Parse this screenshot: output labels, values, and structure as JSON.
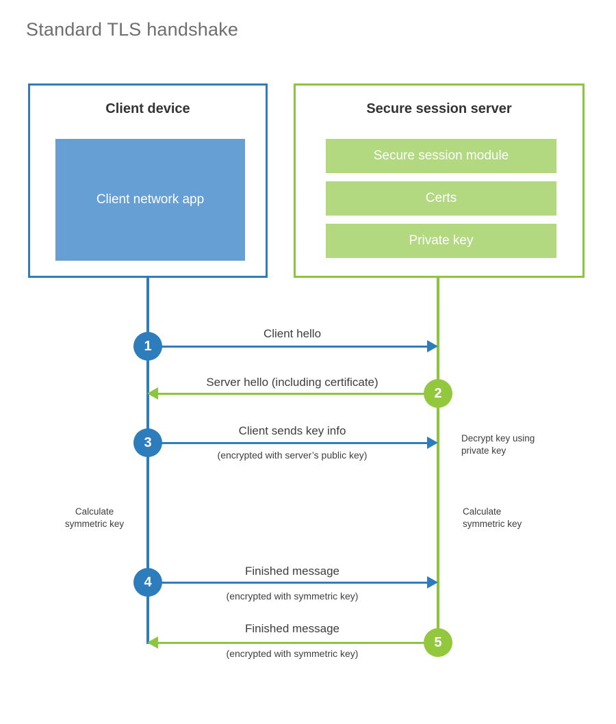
{
  "title": "Standard TLS handshake",
  "colors": {
    "client_accent": "#2e7cbe",
    "server_accent": "#8cc63e",
    "client_block_fill": "#669fd3",
    "server_block_fill": "#b2d880",
    "client_circle": "#2d7dbd",
    "server_circle": "#93c83e",
    "title_text": "#6e6e6e",
    "body_text": "#3d3d3d"
  },
  "entities": {
    "client": {
      "title": "Client device",
      "blocks": [
        {
          "label": "Client network app"
        }
      ]
    },
    "server": {
      "title": "Secure session server",
      "blocks": [
        {
          "label": "Secure session module"
        },
        {
          "label": "Certs"
        },
        {
          "label": "Private key"
        }
      ]
    }
  },
  "steps": [
    {
      "number": "1",
      "label": "Client hello",
      "sublabel": "",
      "direction": "client-to-server"
    },
    {
      "number": "2",
      "label": "Server hello (including certificate)",
      "sublabel": "",
      "direction": "server-to-client"
    },
    {
      "number": "3",
      "label": "Client sends key info",
      "sublabel": "(encrypted with server’s public key)",
      "direction": "client-to-server"
    },
    {
      "number": "4",
      "label": "Finished message",
      "sublabel": "(encrypted with symmetric key)",
      "direction": "client-to-server"
    },
    {
      "number": "5",
      "label": "Finished message",
      "sublabel": "(encrypted with symmetric key)",
      "direction": "server-to-client"
    }
  ],
  "annotations": {
    "server_decrypt": "Decrypt key using\nprivate key",
    "client_calc": "Calculate\nsymmetric key",
    "server_calc": "Calculate\nsymmetric key"
  }
}
